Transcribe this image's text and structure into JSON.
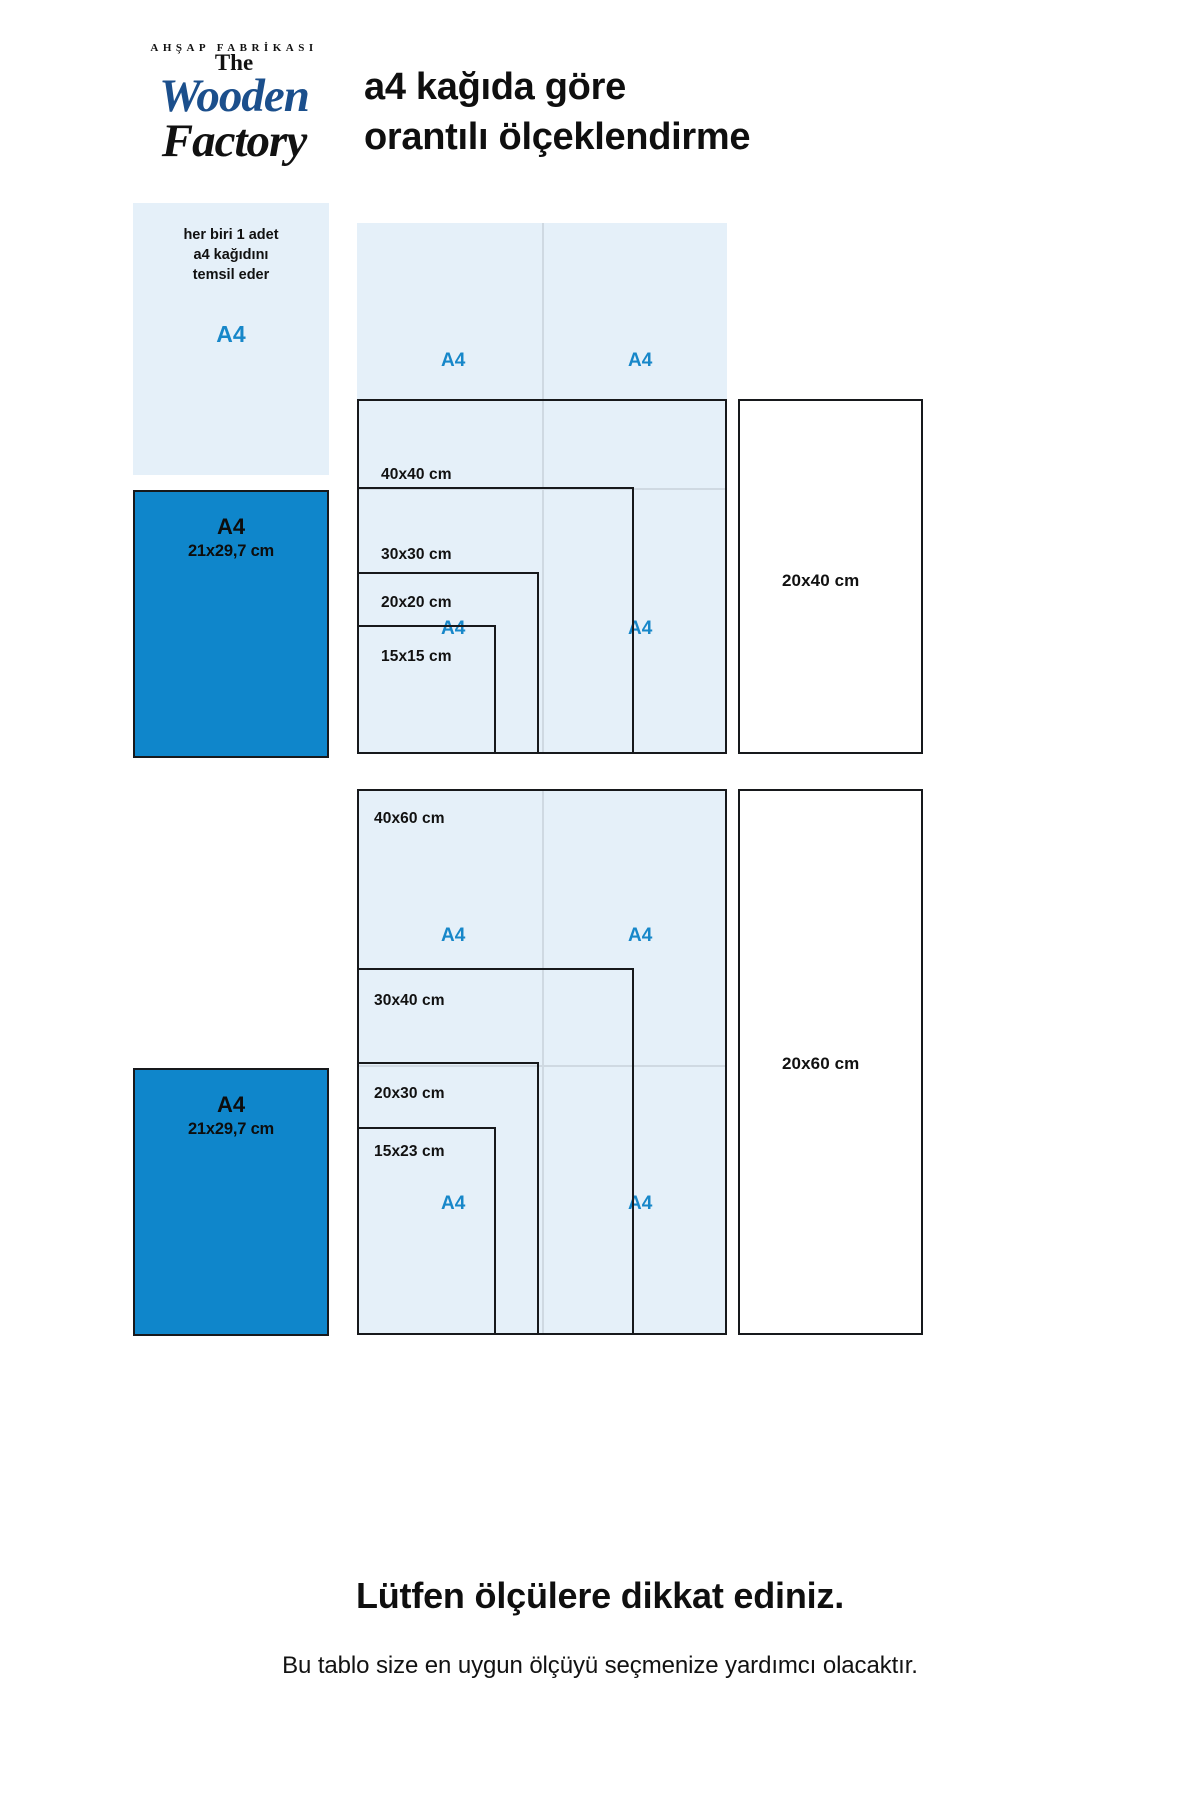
{
  "logo": {
    "arc_text": "AHŞAP FABRİKASI",
    "line1": "The",
    "line2": "Wooden",
    "line3": "Factory"
  },
  "header": {
    "title_line1": "a4 kağıda göre",
    "title_line2": "orantılı ölçeklendirme"
  },
  "legend": {
    "caption": "her biri 1 adet\na4 kağıdını\ntemsil eder",
    "caption_l1": "her biri 1 adet",
    "caption_l2": "a4 kağıdını",
    "caption_l3": "temsil eder",
    "a4_label": "A4"
  },
  "reference_sheets": [
    {
      "name": "A4",
      "size": "21x29,7 cm"
    },
    {
      "name": "A4",
      "size": "21x29,7 cm"
    }
  ],
  "colors": {
    "brand_blue": "#0f86cb",
    "a4_label_blue": "#1787c9",
    "sheet_fill": "#e5f0f9",
    "outline": "#17191c",
    "logo_blue": "#1b4f8c"
  },
  "chart_data": {
    "type": "table",
    "title": "a4 kağıda göre orantılı ölçeklendirme",
    "unit": "cm",
    "reference": {
      "label": "A4",
      "width_cm": 21,
      "height_cm": 29.7
    },
    "groups": [
      {
        "id": "square-group",
        "a4_sheets_wide": 2,
        "a4_sheets_tall": 2,
        "nested_sizes": [
          "40x40 cm",
          "30x30 cm",
          "20x20 cm",
          "15x15 cm"
        ],
        "side_size": "20x40 cm"
      },
      {
        "id": "portrait-group",
        "a4_sheets_wide": 2,
        "a4_sheets_tall": 2,
        "nested_sizes": [
          "40x60 cm",
          "30x40 cm",
          "20x30 cm",
          "15x23 cm"
        ],
        "side_size": "20x60 cm"
      }
    ]
  },
  "upper": {
    "a4_labels": [
      "A4",
      "A4",
      "A4",
      "A4"
    ],
    "sizes": {
      "s40x40": "40x40 cm",
      "s30x30": "30x30 cm",
      "s20x20": "20x20 cm",
      "s15x15": "15x15 cm",
      "s20x40": "20x40 cm"
    }
  },
  "lower": {
    "a4_labels": [
      "A4",
      "A4",
      "A4",
      "A4"
    ],
    "sizes": {
      "s40x60": "40x60 cm",
      "s30x40": "30x40 cm",
      "s20x30": "20x30 cm",
      "s15x23": "15x23 cm",
      "s20x60": "20x60 cm"
    }
  },
  "footer": {
    "heading": "Lütfen ölçülere dikkat ediniz.",
    "subtext": "Bu tablo size en uygun ölçüyü seçmenize yardımcı olacaktır."
  }
}
